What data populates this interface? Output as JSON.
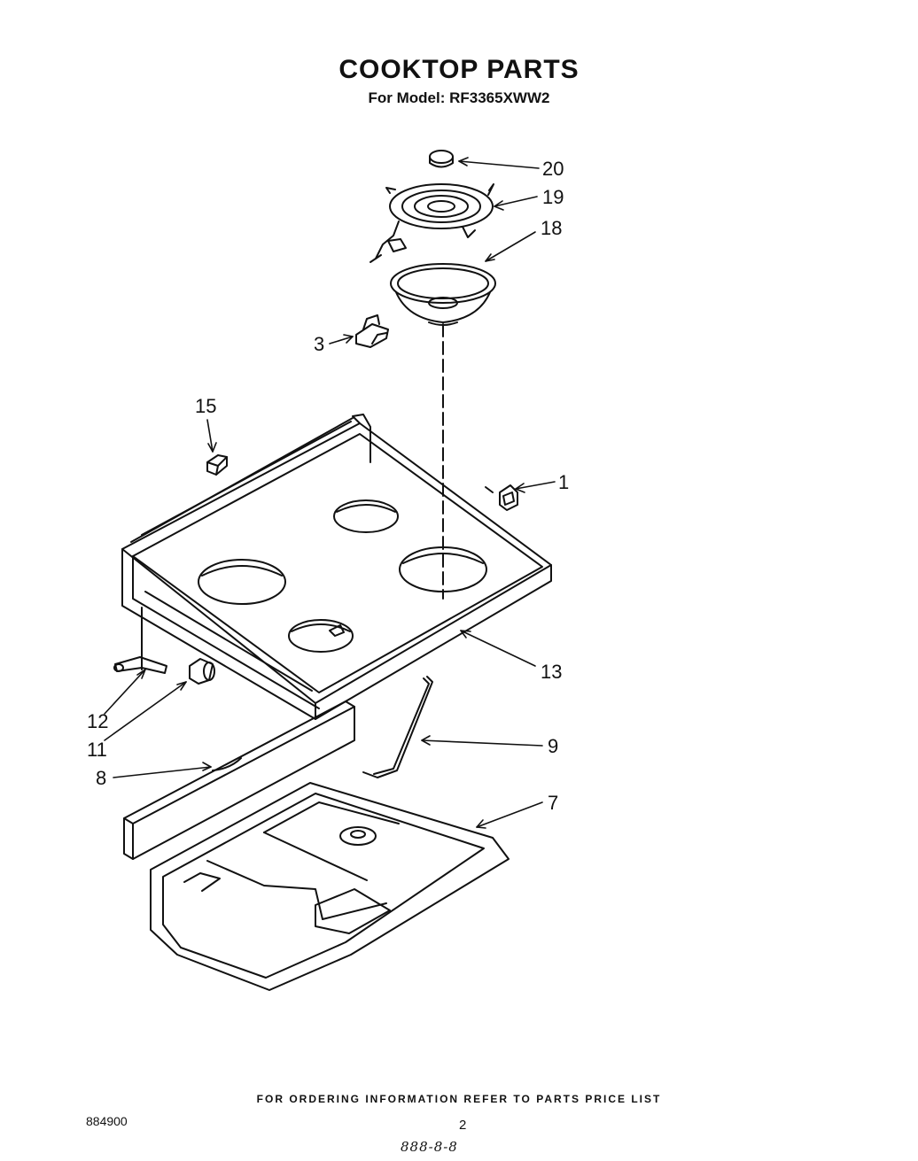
{
  "header": {
    "title": "COOKTOP PARTS",
    "subtitle": "For Model: RF3365XWW2"
  },
  "callouts": [
    "20",
    "19",
    "18",
    "3",
    "15",
    "1",
    "13",
    "12",
    "11",
    "9",
    "8",
    "7"
  ],
  "footer": {
    "ordering_note": "FOR ORDERING INFORMATION REFER TO PARTS PRICE LIST",
    "doc_number": "884900",
    "page_number": "2",
    "handwritten_note": "888-8-8"
  }
}
